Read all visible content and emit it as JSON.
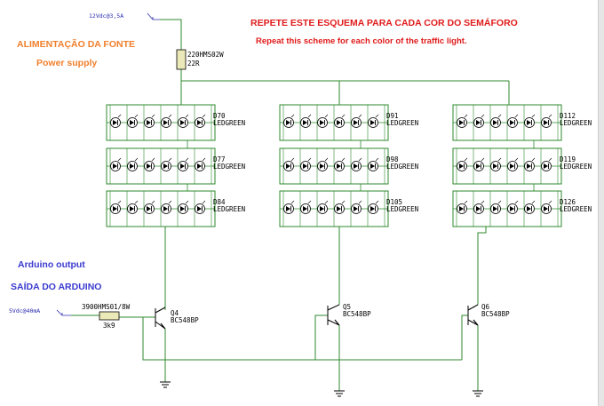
{
  "texts": {
    "power_net": "12Vdc@3,5A",
    "resistor_top": "220HMS02W",
    "resistor_top_value": "22R",
    "pt_title": "ALIMENTAÇÃO DA FONTE",
    "en_power": "Power supply",
    "pt_repeat": "REPETE ESTE ESQUEMA PARA CADA COR DO SEMÁFORO",
    "en_repeat": "Repeat this scheme for each color of the traffic light.",
    "en_arduino": "Arduino output",
    "pt_arduino": "SAÍDA DO ARDUINO",
    "arduino_net": "5Vdc@40mA",
    "resistor_base": "3900HMS01/8W",
    "resistor_base_value": "3k9",
    "led_part": "LEDGREEN",
    "t1_ref": "Q4",
    "t1_part": "BC548BP",
    "t2_ref": "Q5",
    "t2_part": "BC548BP",
    "t3_ref": "Q6",
    "t3_part": "BC548BP",
    "bank1": [
      "D70",
      "D77",
      "D84"
    ],
    "bank2": [
      "D91",
      "D98",
      "D105"
    ],
    "bank3": [
      "D112",
      "D119",
      "D126"
    ]
  },
  "colors": {
    "wire": "#2d8a2d",
    "component": "#000000",
    "label_orange": "#f07f2c",
    "label_blue": "#3a3ad0",
    "label_red": "#e01a1a",
    "resistor_fill": "#ece9b8"
  }
}
